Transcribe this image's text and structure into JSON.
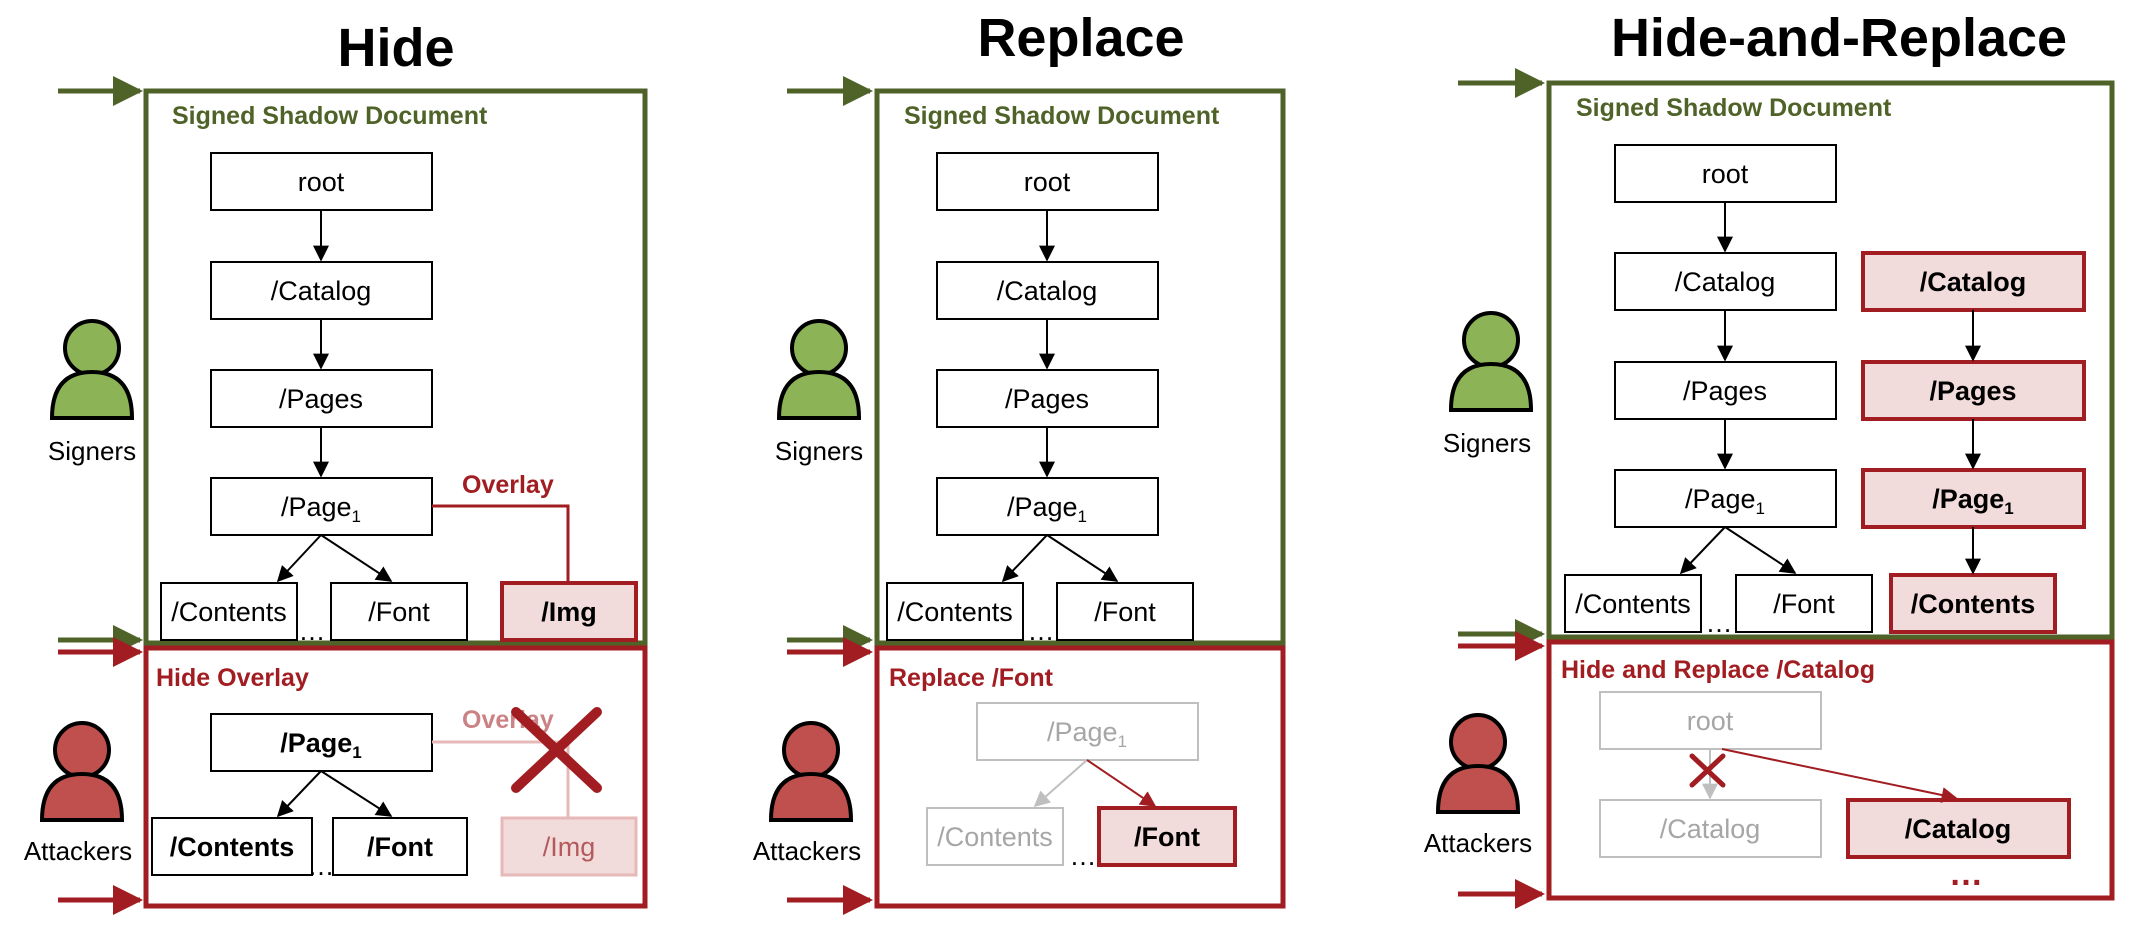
{
  "colors": {
    "signed_green": "#4f6228",
    "attack_red": "#a11d21",
    "attack_fill": "#f2dcdb",
    "signer_icon": "#8cb356",
    "attacker_icon": "#c0504d",
    "faded_gray": "#bfbfbf"
  },
  "panels": [
    {
      "title": "Hide",
      "signed_label": "Signed Shadow Document",
      "attack_label": "Hide Overlay",
      "signers_label": "Signers",
      "attackers_label": "Attackers",
      "nodes": {
        "root": "root",
        "catalog": "/Catalog",
        "pages": "/Pages",
        "page1": "/Page",
        "page1_sub": "1",
        "contents": "/Contents",
        "font": "/Font",
        "img": "/Img",
        "ellipsis": "…"
      },
      "overlay_label": "Overlay",
      "attack_nodes": {
        "page1": "/Page",
        "page1_sub": "1",
        "contents": "/Contents",
        "font": "/Font",
        "img": "/Img",
        "ellipsis": "…"
      },
      "attack_overlay_label": "Overlay",
      "cross_icon": "cross-icon"
    },
    {
      "title": "Replace",
      "signed_label": "Signed Shadow Document",
      "attack_label": "Replace /Font",
      "signers_label": "Signers",
      "attackers_label": "Attackers",
      "nodes": {
        "root": "root",
        "catalog": "/Catalog",
        "pages": "/Pages",
        "page1": "/Page",
        "page1_sub": "1",
        "contents": "/Contents",
        "font": "/Font",
        "ellipsis": "…"
      },
      "attack_nodes": {
        "page1": "/Page",
        "page1_sub": "1",
        "contents": "/Contents",
        "font": "/Font",
        "ellipsis": "…"
      }
    },
    {
      "title": "Hide-and-Replace",
      "signed_label": "Signed Shadow Document",
      "attack_label": "Hide and Replace /Catalog",
      "signers_label": "Signers",
      "attackers_label": "Attackers",
      "nodes": {
        "root": "root",
        "catalog": "/Catalog",
        "pages": "/Pages",
        "page1": "/Page",
        "page1_sub": "1",
        "contents": "/Contents",
        "font": "/Font",
        "ellipsis": "…",
        "red_catalog": "/Catalog",
        "red_pages": "/Pages",
        "red_page1": "/Page",
        "red_page1_sub": "1",
        "red_contents": "/Contents"
      },
      "attack_nodes": {
        "root": "root",
        "catalog": "/Catalog",
        "red_catalog": "/Catalog",
        "ellipsis": "…"
      },
      "cross_icon": "cross-icon"
    }
  ]
}
